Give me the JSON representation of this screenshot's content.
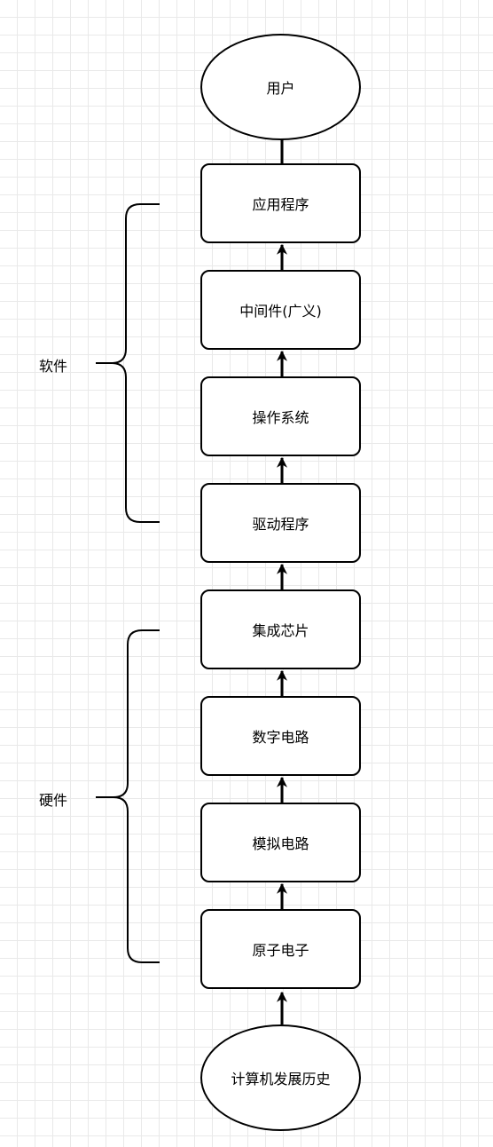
{
  "diagram": {
    "top_node": "用户",
    "layers": [
      "应用程序",
      "中间件(广义)",
      "操作系统",
      "驱动程序",
      "集成芯片",
      "数字电路",
      "模拟电路",
      "原子电子"
    ],
    "bottom_node": "计算机发展历史",
    "groups": {
      "software_label": "软件",
      "hardware_label": "硬件"
    }
  }
}
